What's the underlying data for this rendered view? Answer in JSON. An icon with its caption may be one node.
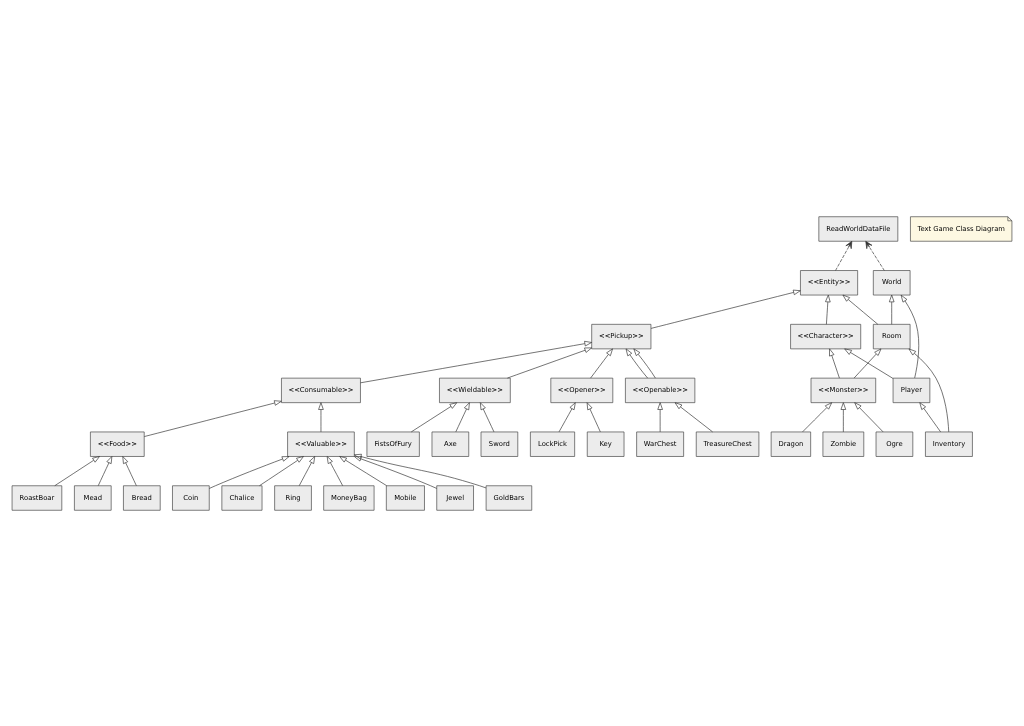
{
  "diagram": {
    "nodes": [
      {
        "text": [
          "ReadWorldDataFile"
        ]
      },
      {
        "text": [
          "Text Game Class Diagram"
        ]
      },
      {
        "text": [
          "<<Entity>>"
        ]
      },
      {
        "text": [
          "World"
        ]
      },
      {
        "text": [
          "<<Pickup>>"
        ]
      },
      {
        "text": [
          "<<Character>>"
        ]
      },
      {
        "text": [
          "Room"
        ]
      },
      {
        "text": [
          "<<Opener>>"
        ]
      },
      {
        "text": [
          "<<Openable>>"
        ]
      },
      {
        "text": [
          "<<Consumable>>"
        ]
      },
      {
        "text": [
          "<<Wieldable>>"
        ]
      },
      {
        "text": [
          "<<Monster>>"
        ]
      },
      {
        "text": [
          "Player"
        ]
      },
      {
        "text": [
          "LockPick"
        ]
      },
      {
        "text": [
          "Key"
        ]
      },
      {
        "text": [
          "WarChest"
        ]
      },
      {
        "text": [
          "TreasureChest"
        ]
      },
      {
        "text": [
          "<<Valuable>>"
        ]
      },
      {
        "text": [
          "<<Food>>"
        ]
      },
      {
        "text": [
          "Sword"
        ]
      },
      {
        "text": [
          "FistsOfFury"
        ]
      },
      {
        "text": [
          "Axe"
        ]
      },
      {
        "text": [
          "Zombie"
        ]
      },
      {
        "text": [
          "Ogre"
        ]
      },
      {
        "text": [
          "Dragon"
        ]
      },
      {
        "text": [
          "Inventory"
        ]
      },
      {
        "text": [
          "Chalice"
        ]
      },
      {
        "text": [
          "Ring"
        ]
      },
      {
        "text": [
          "MoneyBag"
        ]
      },
      {
        "text": [
          "Mobile"
        ]
      },
      {
        "text": [
          "Jewel"
        ]
      },
      {
        "text": [
          "GoldBars"
        ]
      },
      {
        "text": [
          "Coin"
        ]
      },
      {
        "text": [
          "Bread"
        ]
      },
      {
        "text": [
          "RoastBoar"
        ]
      },
      {
        "text": [
          "Mead"
        ]
      }
    ],
    "edges": [
      {
        "from": 2,
        "to": 0,
        "arrow": "to",
        "style": "dashed"
      },
      {
        "from": 3,
        "to": 0,
        "arrow": "to",
        "style": "dashed"
      },
      {
        "from": 4,
        "to": 2,
        "arrow": "to"
      },
      {
        "from": 5,
        "to": 2,
        "arrow": "to"
      },
      {
        "from": 6,
        "to": 2,
        "arrow": "to"
      },
      {
        "from": 6,
        "to": 3,
        "arrow": "to"
      },
      {
        "from": 12,
        "to": 3,
        "arrow": "to"
      },
      {
        "from": 7,
        "to": 4,
        "arrow": "to"
      },
      {
        "from": 8,
        "to": 4,
        "arrow": "to"
      },
      {
        "from": 8,
        "to": 4,
        "arrow": "to"
      },
      {
        "from": 9,
        "to": 4,
        "arrow": "to"
      },
      {
        "from": 10,
        "to": 4,
        "arrow": "to"
      },
      {
        "from": 11,
        "to": 5,
        "arrow": "to"
      },
      {
        "from": 12,
        "to": 5,
        "arrow": "to"
      },
      {
        "from": 11,
        "to": 6,
        "arrow": "to"
      },
      {
        "from": 25,
        "to": 6,
        "arrow": "to"
      },
      {
        "from": 13,
        "to": 7,
        "arrow": "to"
      },
      {
        "from": 14,
        "to": 7,
        "arrow": "to"
      },
      {
        "from": 15,
        "to": 8,
        "arrow": "to"
      },
      {
        "from": 16,
        "to": 8,
        "arrow": "to"
      },
      {
        "from": 17,
        "to": 9,
        "arrow": "to"
      },
      {
        "from": 18,
        "to": 9,
        "arrow": "to"
      },
      {
        "from": 19,
        "to": 10,
        "arrow": "to"
      },
      {
        "from": 20,
        "to": 10,
        "arrow": "to"
      },
      {
        "from": 21,
        "to": 10,
        "arrow": "to"
      },
      {
        "from": 22,
        "to": 11,
        "arrow": "to"
      },
      {
        "from": 23,
        "to": 11,
        "arrow": "to"
      },
      {
        "from": 24,
        "to": 11,
        "arrow": "to"
      },
      {
        "from": 25,
        "to": 12,
        "arrow": "to"
      },
      {
        "from": 26,
        "to": 17,
        "arrow": "to"
      },
      {
        "from": 27,
        "to": 17,
        "arrow": "to"
      },
      {
        "from": 28,
        "to": 17,
        "arrow": "to"
      },
      {
        "from": 29,
        "to": 17,
        "arrow": "to"
      },
      {
        "from": 30,
        "to": 17,
        "arrow": "to"
      },
      {
        "from": 31,
        "to": 17,
        "arrow": "to"
      },
      {
        "from": 32,
        "to": 17,
        "arrow": "to"
      },
      {
        "from": 33,
        "to": 18,
        "arrow": "to"
      },
      {
        "from": 34,
        "to": 18,
        "arrow": "to"
      },
      {
        "from": 35,
        "to": 18,
        "arrow": "to"
      }
    ]
  }
}
